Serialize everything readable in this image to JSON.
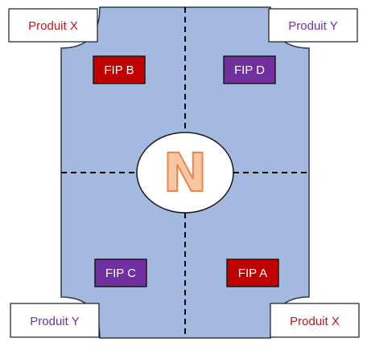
{
  "colors": {
    "board_fill": "#a4b9e0",
    "board_stroke": "#2f3a4a",
    "label_red": "#c0161c",
    "label_purple": "#7030a0",
    "fip_red": "#c00000",
    "fip_purple": "#7030a0",
    "center_letter_fill": "#f8c6a2",
    "center_letter_stroke": "#e8874a"
  },
  "corners": {
    "top_left": {
      "text": "Produit X",
      "color": "#c0161c"
    },
    "top_right": {
      "text": "Produit Y",
      "color": "#7030a0"
    },
    "bottom_left": {
      "text": "Produit Y",
      "color": "#7030a0"
    },
    "bottom_right": {
      "text": "Produit X",
      "color": "#c0161c"
    }
  },
  "fips": {
    "top_left": {
      "text": "FIP B",
      "color": "#c00000"
    },
    "top_right": {
      "text": "FIP D",
      "color": "#7030a0"
    },
    "bottom_left": {
      "text": "FIP C",
      "color": "#7030a0"
    },
    "bottom_right": {
      "text": "FIP A",
      "color": "#c00000"
    }
  },
  "center": {
    "letter": "N"
  }
}
